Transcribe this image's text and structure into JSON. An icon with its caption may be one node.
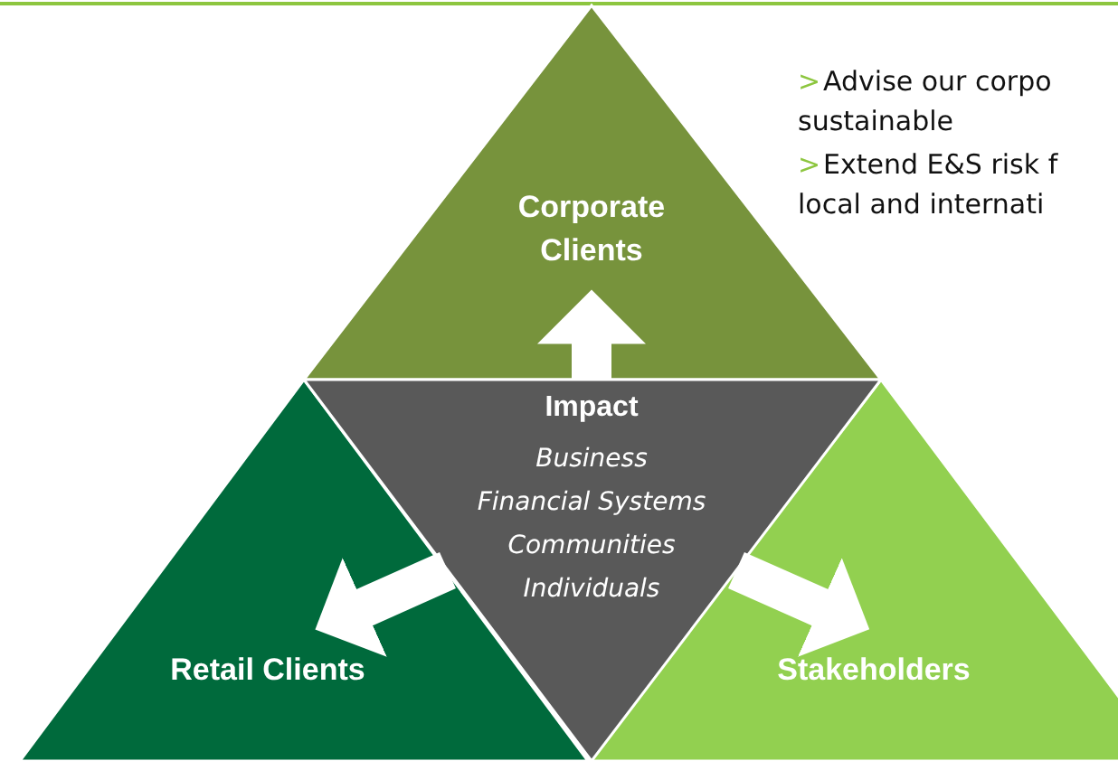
{
  "diagram": {
    "nodes": [
      {
        "text": [
          "Corporate Clients"
        ]
      },
      {
        "text": [
          "Impact",
          "Business",
          "Financial Systems",
          "Communities",
          "Individuals"
        ]
      },
      {
        "text": [
          "Retail Clients"
        ]
      },
      {
        "text": [
          "Stakeholders"
        ]
      }
    ],
    "edges": [
      {
        "from": 1,
        "to": 0,
        "arrow": "to"
      },
      {
        "from": 1,
        "to": 2,
        "arrow": "to"
      },
      {
        "from": 1,
        "to": 3,
        "arrow": "to"
      }
    ],
    "labels": [
      ">",
      "Advise our corpo sustainable",
      ">",
      "Extend E&S risk f local and internati"
    ]
  }
}
